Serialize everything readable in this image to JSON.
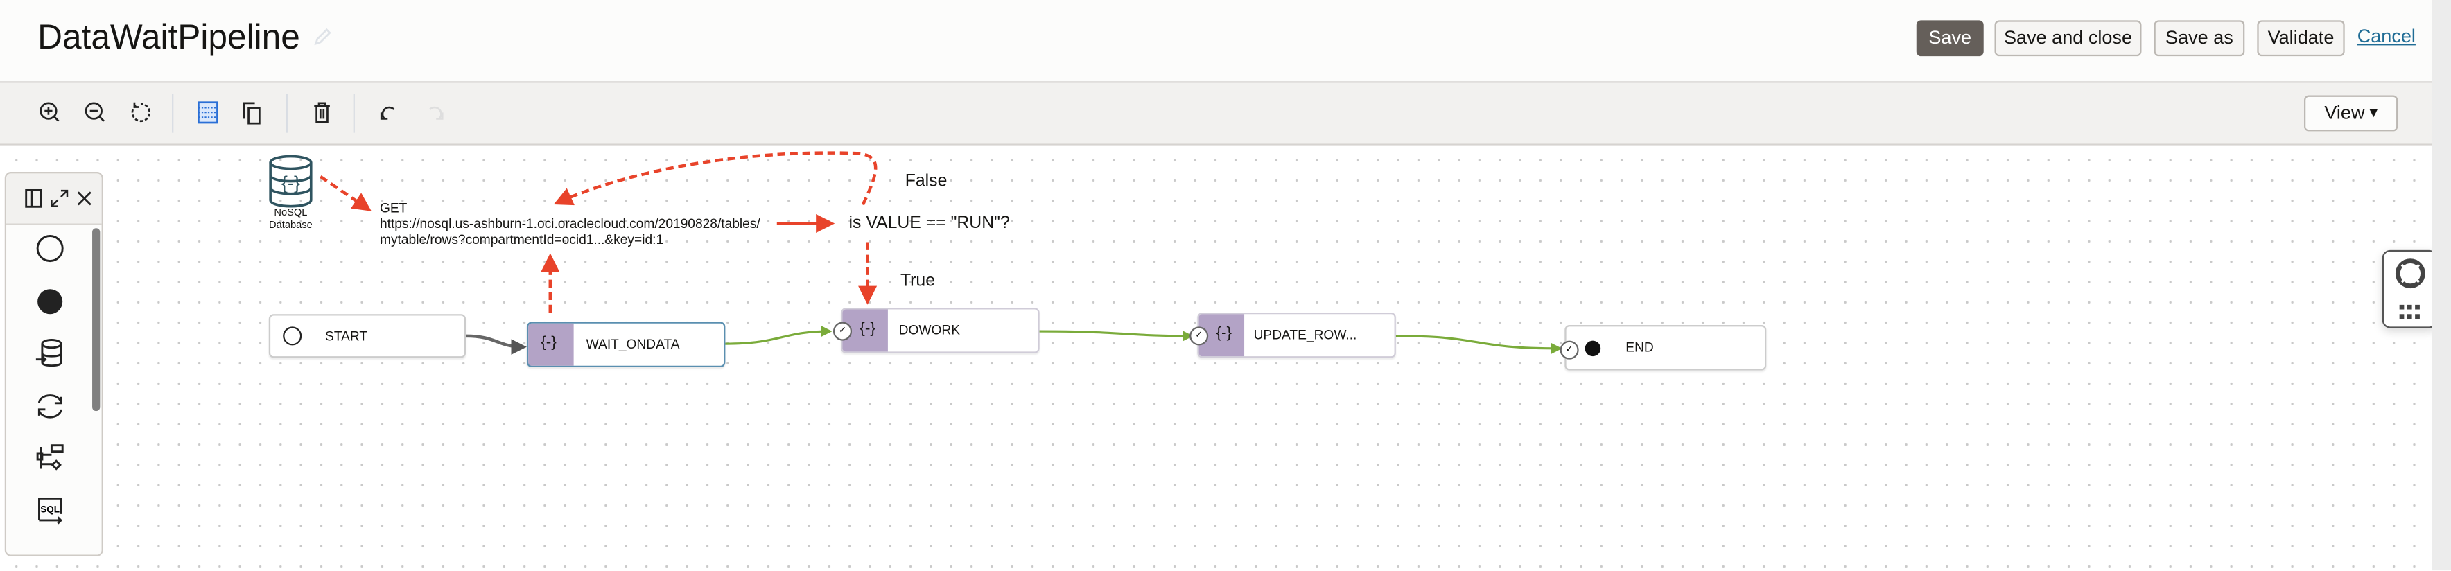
{
  "header": {
    "title": "DataWaitPipeline",
    "buttons": {
      "save": "Save",
      "save_and_close": "Save and close",
      "save_as": "Save as",
      "validate": "Validate",
      "cancel": "Cancel"
    }
  },
  "toolbar": {
    "icons": [
      "zoom-in-icon",
      "zoom-out-icon",
      "reset-zoom-icon",
      "grid-icon",
      "copy-icon",
      "delete-icon",
      "undo-icon",
      "redo-icon"
    ],
    "view": "View"
  },
  "palette": {
    "icons": [
      "start-icon",
      "end-icon",
      "data-loader-icon",
      "refresh-icon",
      "decision-icon",
      "sql-task-icon"
    ]
  },
  "canvas": {
    "annotations": {
      "db_label_1": "NoSQL",
      "db_label_2": "Database",
      "get": "GET",
      "url_1": "https://nosql.us-ashburn-1.oci.oraclecloud.com/20190828/tables/",
      "url_2": "mytable/rows?compartmentId=ocid1...&key=id:1",
      "condition": "is VALUE == \"RUN\"?",
      "false": "False",
      "true": "True"
    },
    "nodes": {
      "start": "START",
      "wait": "WAIT_ONDATA",
      "dowork": "DOWORK",
      "update": "UPDATE_ROW...",
      "end": "END"
    }
  },
  "colors": {
    "primary_button": "#655f5a",
    "link": "#1f6c95",
    "task_node": "#b3a3c6",
    "success_edge": "#7aab3a",
    "annotation_arrow": "#e8432a"
  }
}
